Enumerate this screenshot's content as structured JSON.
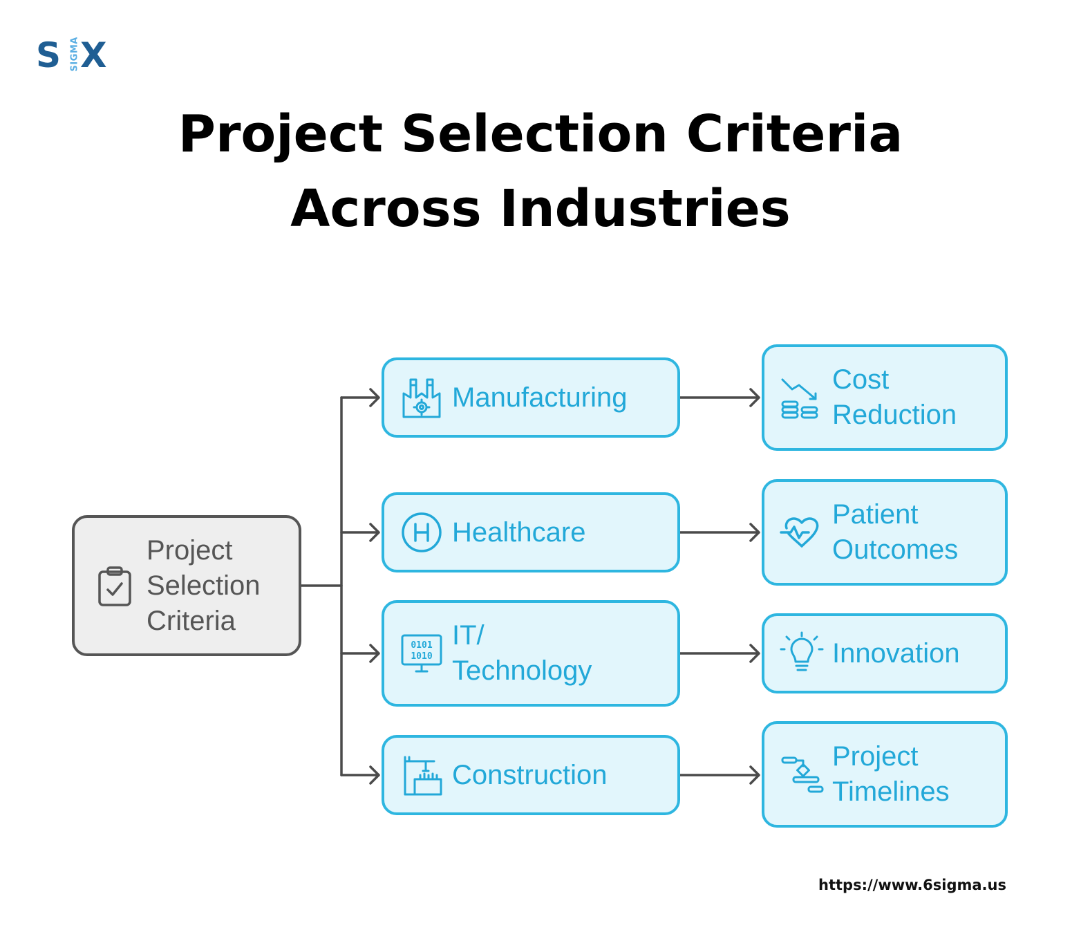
{
  "brand": {
    "logo_left": "S",
    "logo_sigma": "SIGMA",
    "logo_right": "X"
  },
  "title": {
    "line1": "Project Selection Criteria",
    "line2": "Across Industries"
  },
  "root": {
    "label": "Project\nSelection\nCriteria",
    "icon": "clipboard-check-icon"
  },
  "industries": [
    {
      "label": "Manufacturing",
      "icon": "factory-icon"
    },
    {
      "label": "Healthcare",
      "icon": "hospital-h-icon"
    },
    {
      "label": "IT/\nTechnology",
      "icon": "binary-monitor-icon"
    },
    {
      "label": "Construction",
      "icon": "crane-icon"
    }
  ],
  "outcomes": [
    {
      "label": "Cost\nReduction",
      "icon": "coins-trend-down-icon"
    },
    {
      "label": "Patient\nOutcomes",
      "icon": "heartbeat-icon"
    },
    {
      "label": "Innovation",
      "icon": "lightbulb-icon"
    },
    {
      "label": "Project\nTimelines",
      "icon": "timeline-icon"
    }
  ],
  "colors": {
    "accent": "#2eb6e0",
    "accent_text": "#22a8d8",
    "node_fill": "#e2f6fc",
    "root_fill": "#eeeeee",
    "root_stroke": "#555555",
    "brand": "#1f5e93"
  },
  "footer": {
    "url": "https://www.6sigma.us"
  }
}
